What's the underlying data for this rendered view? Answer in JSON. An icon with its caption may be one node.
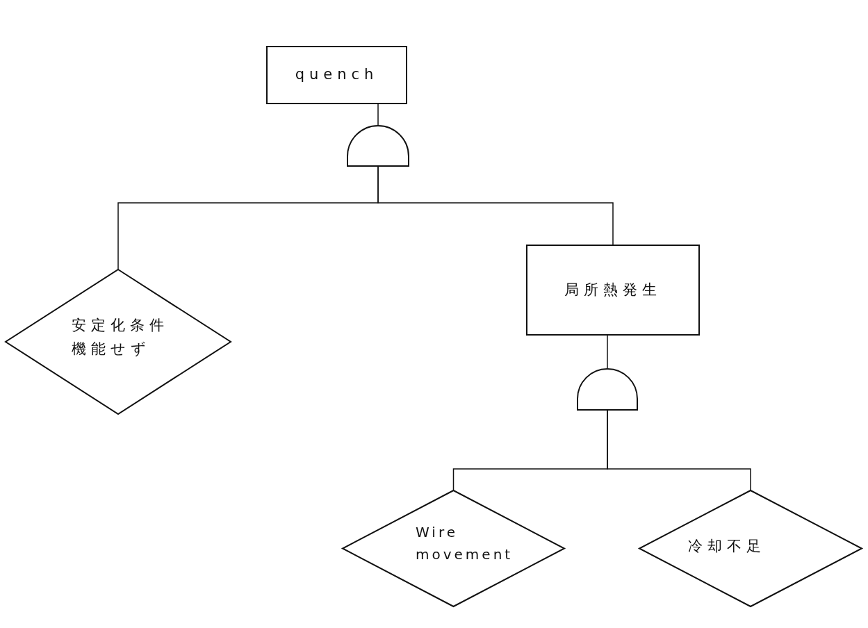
{
  "diagram": {
    "nodes": [
      {
        "text": [
          "quench"
        ]
      },
      {
        "text": [],
        "shape": "gate"
      },
      {
        "text": [
          "安定化条件機能せず"
        ]
      },
      {
        "text": [
          "局所熱発生"
        ]
      },
      {
        "text": [],
        "shape": "gate"
      },
      {
        "text": [
          "Wire movement"
        ]
      },
      {
        "text": [
          "冷却不足"
        ]
      }
    ],
    "edges": [
      {
        "from": 0,
        "to": 1,
        "arrow": "none"
      },
      {
        "from": 1,
        "to": 2,
        "arrow": "none"
      },
      {
        "from": 1,
        "to": 3,
        "arrow": "none"
      },
      {
        "from": 3,
        "to": 4,
        "arrow": "none"
      },
      {
        "from": 4,
        "to": 5,
        "arrow": "none"
      },
      {
        "from": 4,
        "to": 6,
        "arrow": "none"
      }
    ]
  }
}
